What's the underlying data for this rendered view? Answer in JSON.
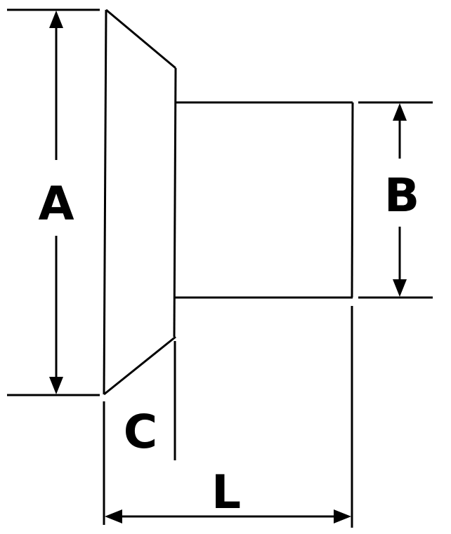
{
  "labels": {
    "A": "A",
    "B": "B",
    "C": "C",
    "L": "L"
  },
  "colors": {
    "stroke": "#000000",
    "background": "#ffffff"
  }
}
